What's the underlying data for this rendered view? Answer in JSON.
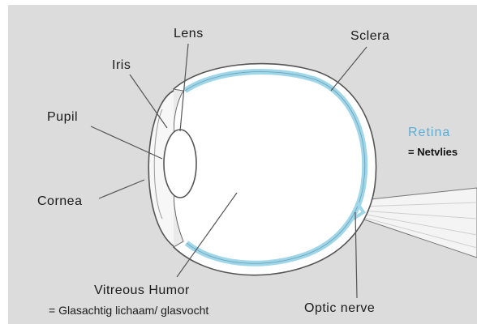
{
  "labels": {
    "lens": "Lens",
    "iris": "Iris",
    "pupil": "Pupil",
    "cornea": "Cornea",
    "sclera": "Sclera",
    "retina": "Retina",
    "retina_dutch": "= Netvlies",
    "vitreous": "Vitreous Humor",
    "vitreous_dutch": "= Glasachtig lichaam/ glasvocht",
    "optic_nerve": "Optic nerve"
  },
  "colors": {
    "background": "#dcdcdc",
    "retina": "#9fd6ea",
    "retina_label": "#5aaed6",
    "outline": "#555555",
    "eyeball": "#ffffff"
  }
}
